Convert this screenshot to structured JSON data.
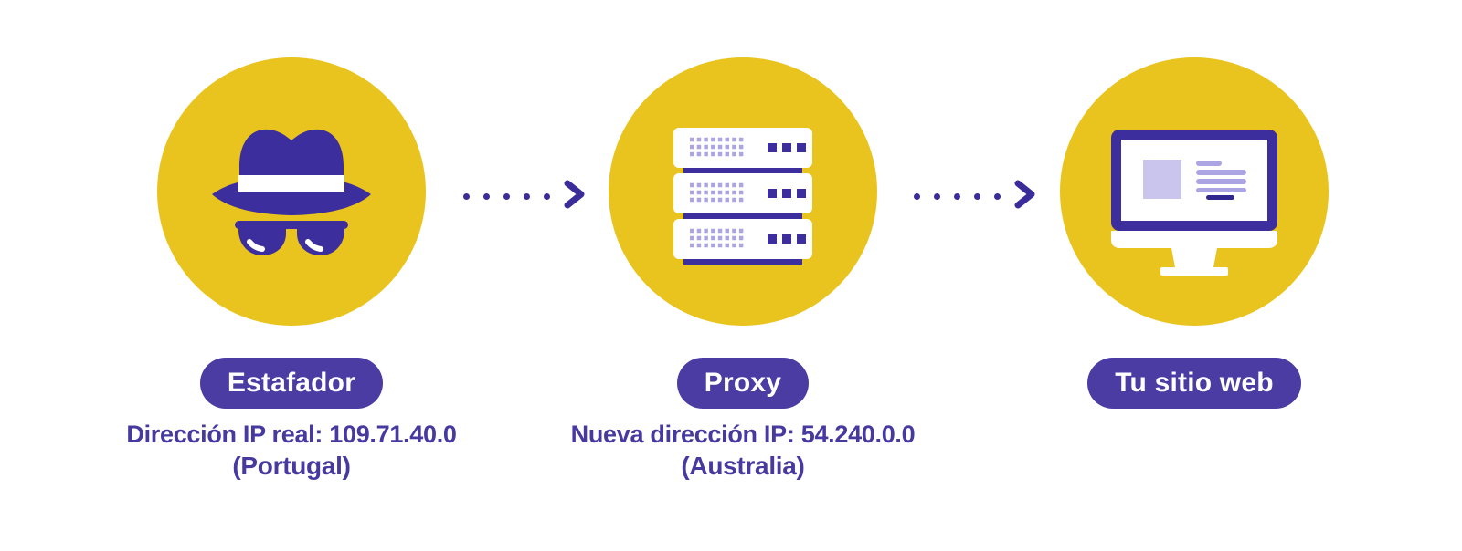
{
  "diagram": {
    "title_present": false,
    "nodes": [
      {
        "id": "scammer",
        "icon": "spy-icon",
        "label": "Estafador",
        "line1": "Dirección IP real: 109.71.40.0",
        "line2": "(Portugal)"
      },
      {
        "id": "proxy",
        "icon": "server-icon",
        "label": "Proxy",
        "line1": "Nueva dirección IP: 54.240.0.0",
        "line2": "(Australia)"
      },
      {
        "id": "website",
        "icon": "monitor-icon",
        "label": "Tu sitio web"
      }
    ],
    "connections": [
      {
        "from": "Estafador",
        "to": "Proxy",
        "style": "dotted-arrow-right"
      },
      {
        "from": "Proxy",
        "to": "Tu sitio web",
        "style": "dotted-arrow-right"
      }
    ],
    "colors": {
      "circle_yellow": "#e9c31e",
      "icon_purple": "#3c2e9c",
      "pill_purple": "#4b3ca4",
      "text_purple": "#46399f",
      "arrow_purple": "#3a2d99",
      "lavender": "#aca5e3",
      "lavender_light": "#c9c5ed",
      "dark_accent": "#2f278d",
      "background": "#ffffff"
    }
  }
}
